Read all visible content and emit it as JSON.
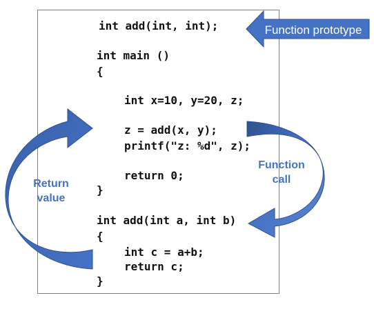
{
  "code": {
    "lines": [
      "int add(int, int);",
      "int main ()",
      "{",
      "int x=10, y=20, z;",
      "z = add(x, y);",
      "printf(\"z: %d\", z);",
      "return 0;",
      "}",
      "int add(int a, int b)",
      "{",
      "int c = a+b;",
      "return c;",
      "}"
    ]
  },
  "callout": {
    "label": "Function prototype",
    "color": "#4472c4"
  },
  "function_call": {
    "line1": "Function",
    "line2": "call",
    "color": "#4472c4"
  },
  "return_value": {
    "line1": "Return",
    "line2": "value",
    "color": "#4472c4"
  }
}
